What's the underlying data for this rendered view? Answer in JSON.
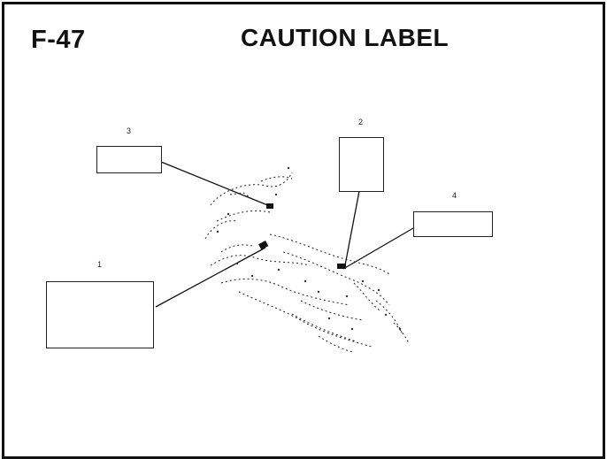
{
  "header": {
    "code": "F-47",
    "title": "CAUTION LABEL"
  },
  "callouts": [
    {
      "number": "1",
      "label_text": ""
    },
    {
      "number": "2",
      "label_text": ""
    },
    {
      "number": "3",
      "label_text": ""
    },
    {
      "number": "4",
      "label_text": ""
    }
  ],
  "colors": {
    "line": "#111111",
    "background": "#ffffff"
  }
}
